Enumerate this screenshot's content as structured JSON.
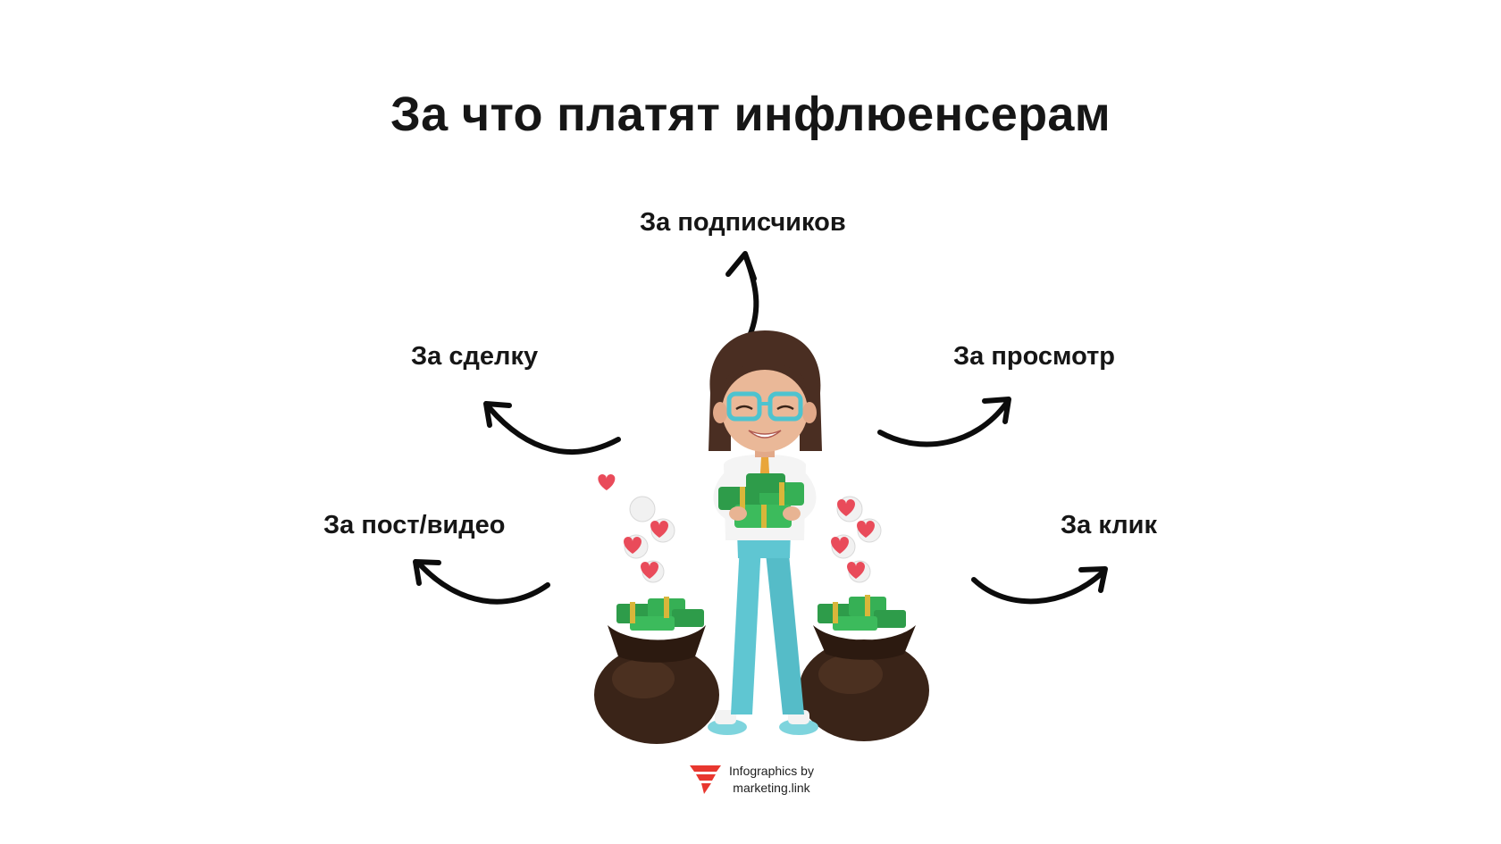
{
  "title": "За что платят инфлюенсерам",
  "labels": {
    "subscribers": "За подписчиков",
    "deal": "За сделку",
    "view": "За просмотр",
    "post_video": "За пост/видео",
    "click": "За клик"
  },
  "credit": {
    "line1": "Infographics by",
    "line2": "marketing.link"
  },
  "colors": {
    "text": "#161616",
    "arrow": "#0c0c0c",
    "logo": "#e8372f",
    "money": "#2e9c4a",
    "bag": "#3a2418",
    "heart": "#e94b5a",
    "glasses": "#4ec3cf",
    "pants": "#5fc6d2"
  }
}
